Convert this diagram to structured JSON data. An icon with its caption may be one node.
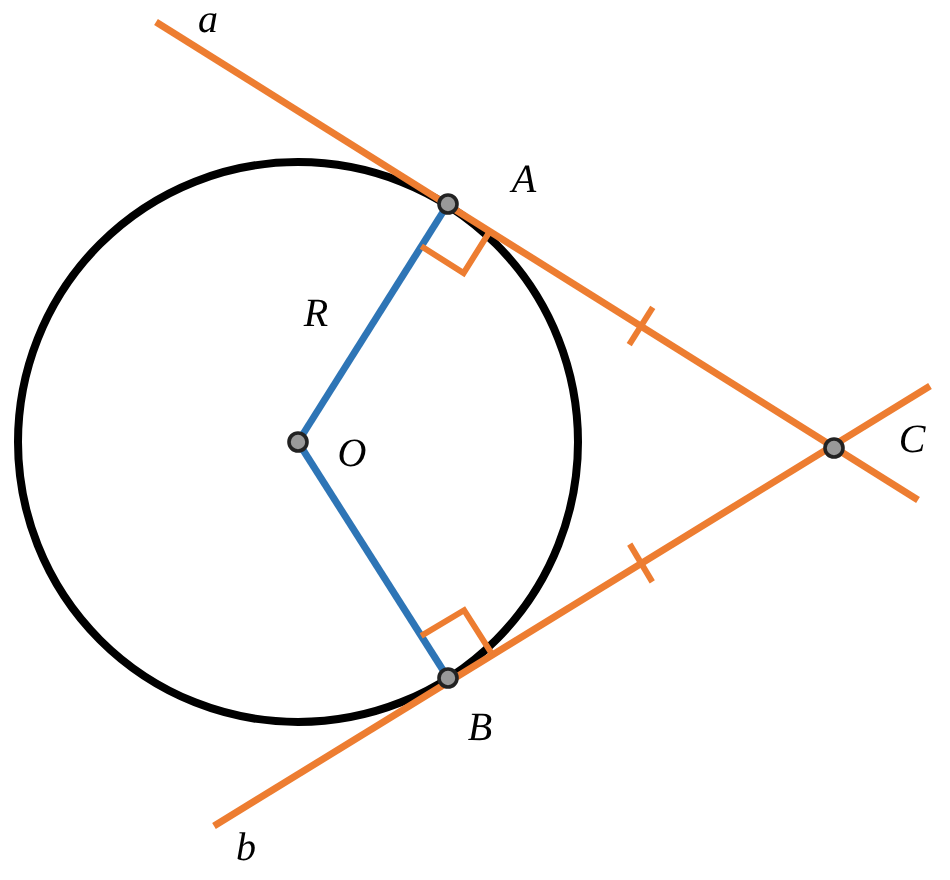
{
  "diagram": {
    "labels": [
      "a",
      "A",
      "R",
      "O",
      "C",
      "B",
      "b"
    ]
  }
}
